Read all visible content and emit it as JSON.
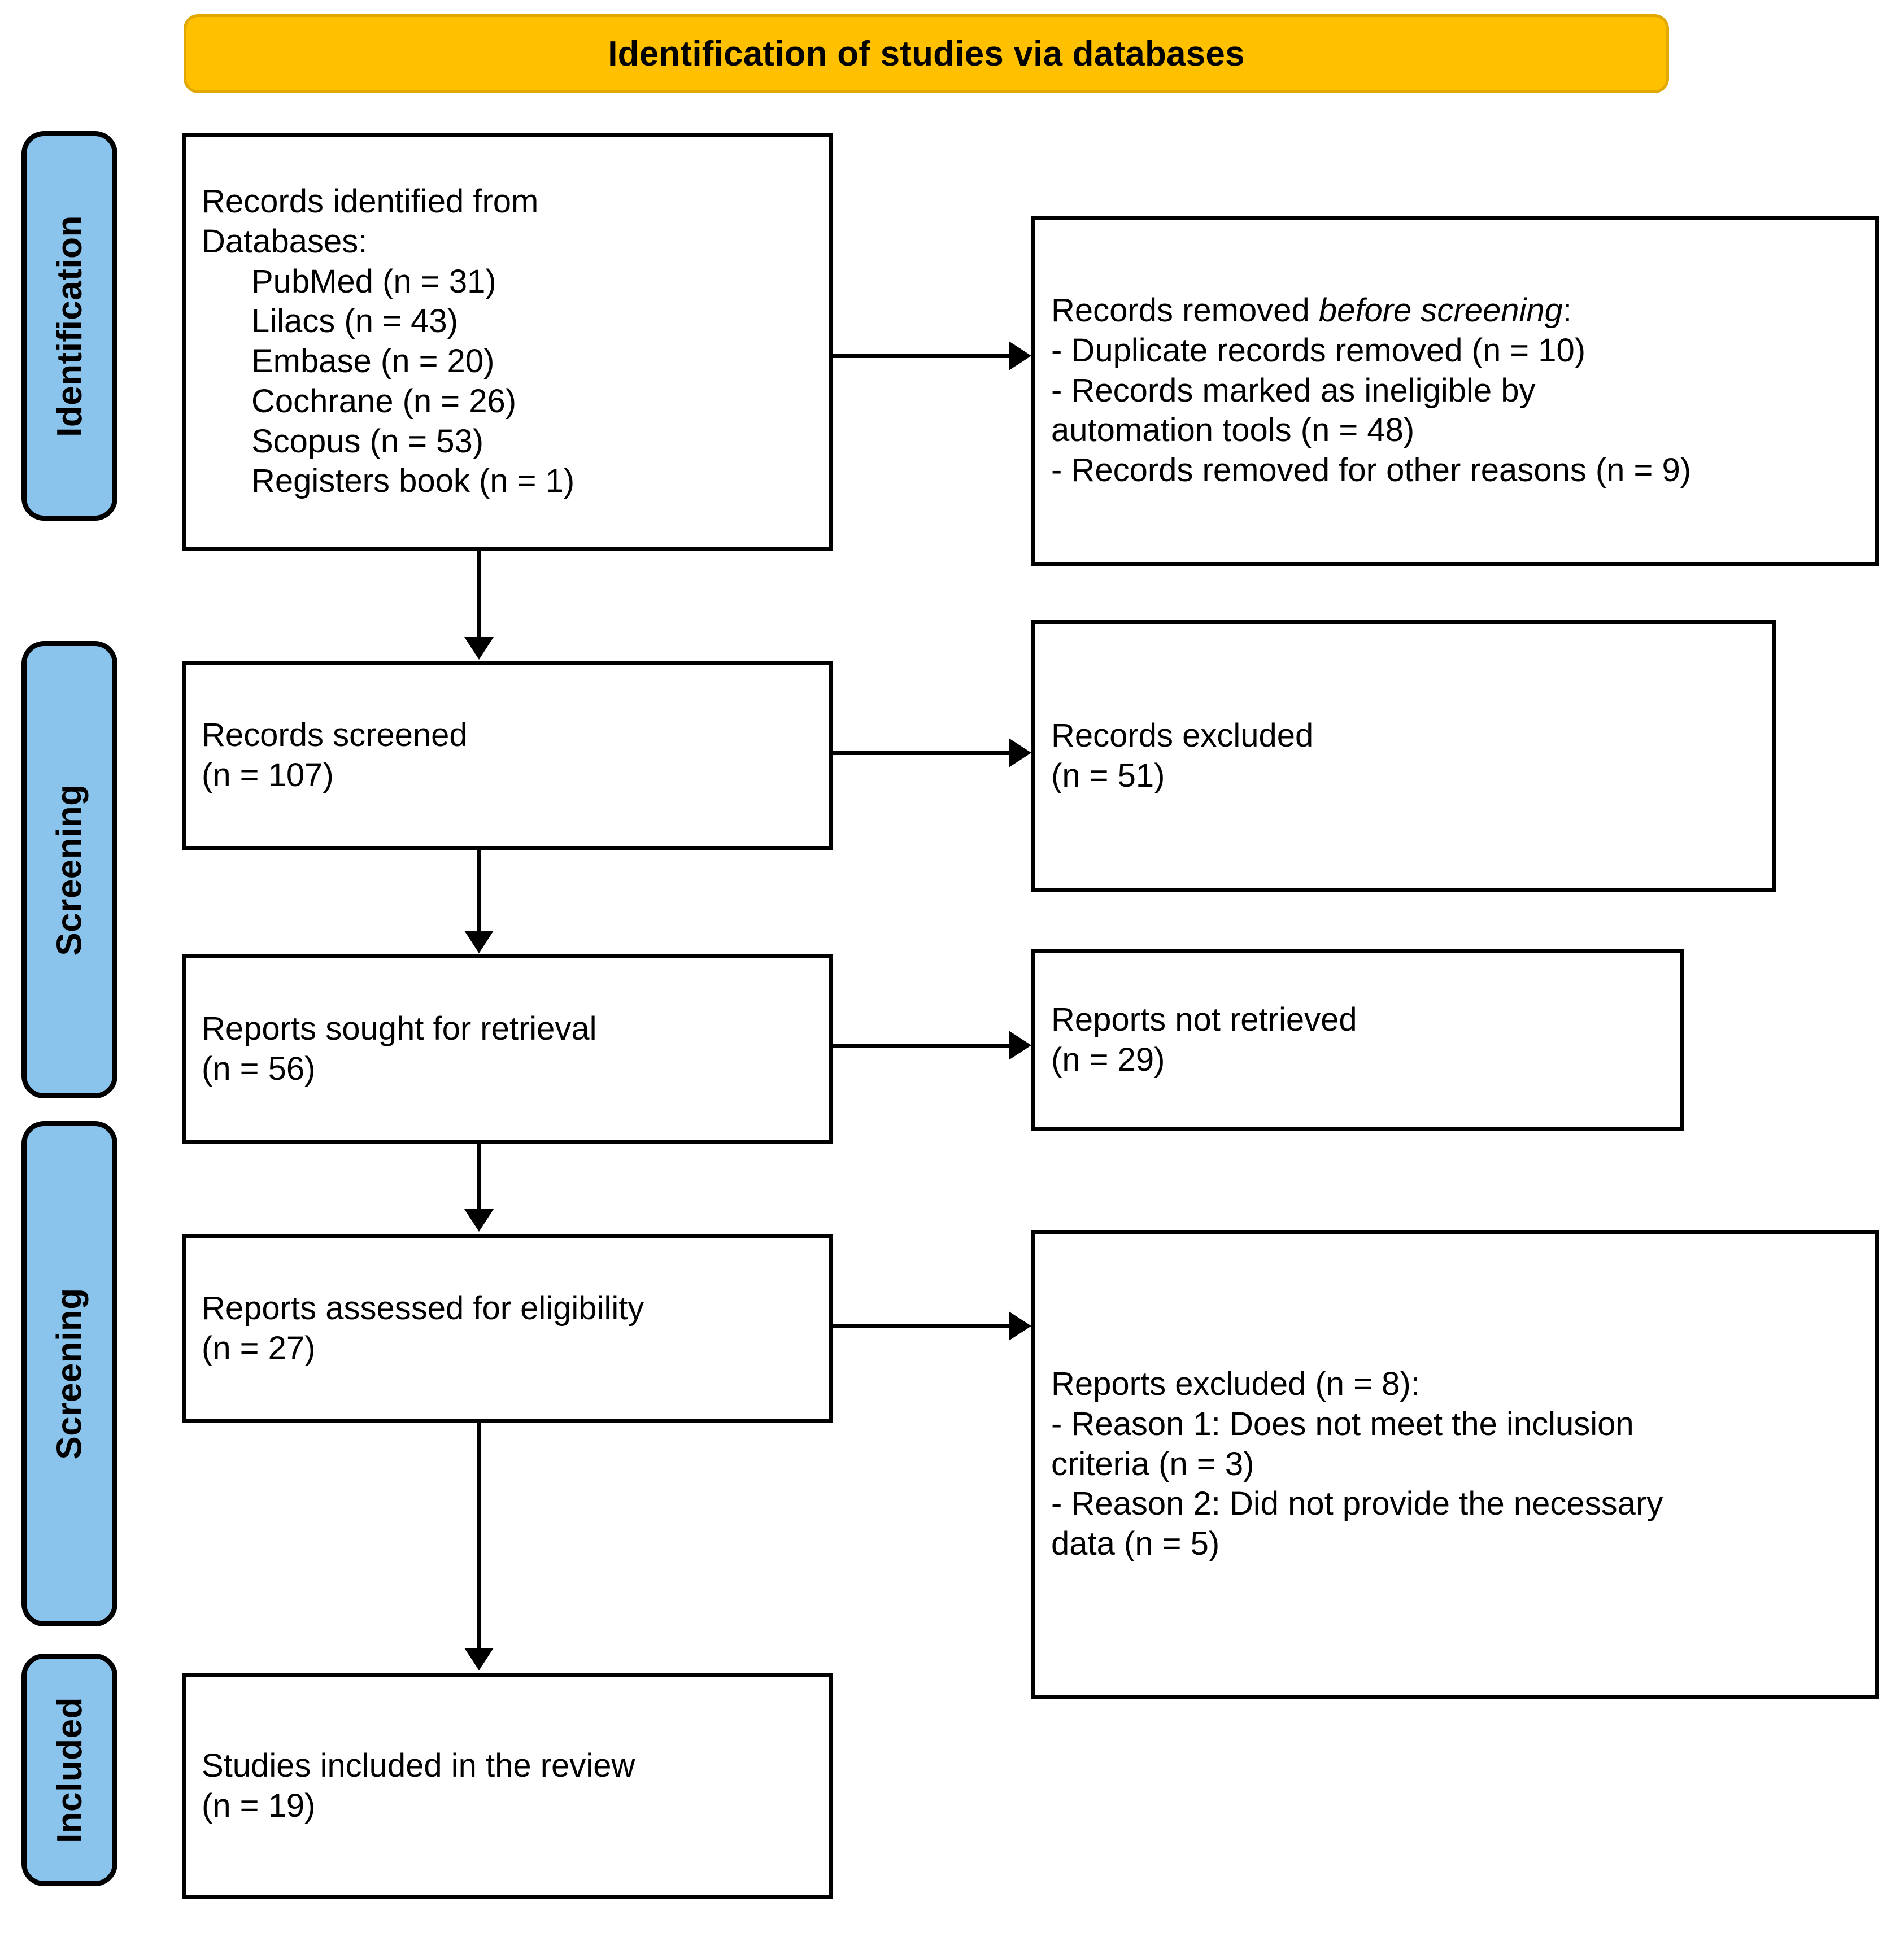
{
  "banner": {
    "title": "Identification of studies via databases"
  },
  "phases": [
    {
      "label": "Identification"
    },
    {
      "label": "Screening"
    },
    {
      "label": "Screening"
    },
    {
      "label": "Included"
    }
  ],
  "boxes": {
    "records_identified": {
      "title_line1": "Records identified from",
      "title_line2": "Databases:",
      "sources": [
        "PubMed (n = 31)",
        "Lilacs (n = 43)",
        "Embase (n = 20)",
        "Cochrane (n = 26)",
        "Scopus (n = 53)",
        "Registers book (n = 1)"
      ]
    },
    "records_removed": {
      "heading_prefix": "Records removed ",
      "heading_italic": "before screening",
      "heading_suffix": ":",
      "items": [
        "- Duplicate records removed (n = 10)",
        "- Records marked as ineligible by",
        "automation tools (n = 48)",
        "- Records removed for other reasons (n = 9)"
      ]
    },
    "records_screened": {
      "label": "Records screened",
      "count": "(n = 107)"
    },
    "records_excluded": {
      "label": "Records excluded",
      "count": "(n = 51)"
    },
    "reports_sought": {
      "label": "Reports sought for retrieval",
      "count": "(n = 56)"
    },
    "reports_not_retrieved": {
      "label": "Reports not retrieved",
      "count": "(n = 29)"
    },
    "reports_assessed": {
      "label": "Reports assessed for eligibility",
      "count": "(n = 27)"
    },
    "reports_excluded": {
      "heading": "Reports excluded (n = 8):",
      "items": [
        "- Reason 1: Does not meet the inclusion",
        "criteria (n = 3)",
        "- Reason 2: Did not provide the necessary",
        "data (n = 5)"
      ]
    },
    "studies_included": {
      "label": "Studies included in the review",
      "count": "(n = 19)"
    }
  },
  "colors": {
    "banner_fill": "#FFC000",
    "banner_border": "#E0A800",
    "phase_fill": "#8AC3EC",
    "stroke": "#000000",
    "background": "#FFFFFF"
  }
}
